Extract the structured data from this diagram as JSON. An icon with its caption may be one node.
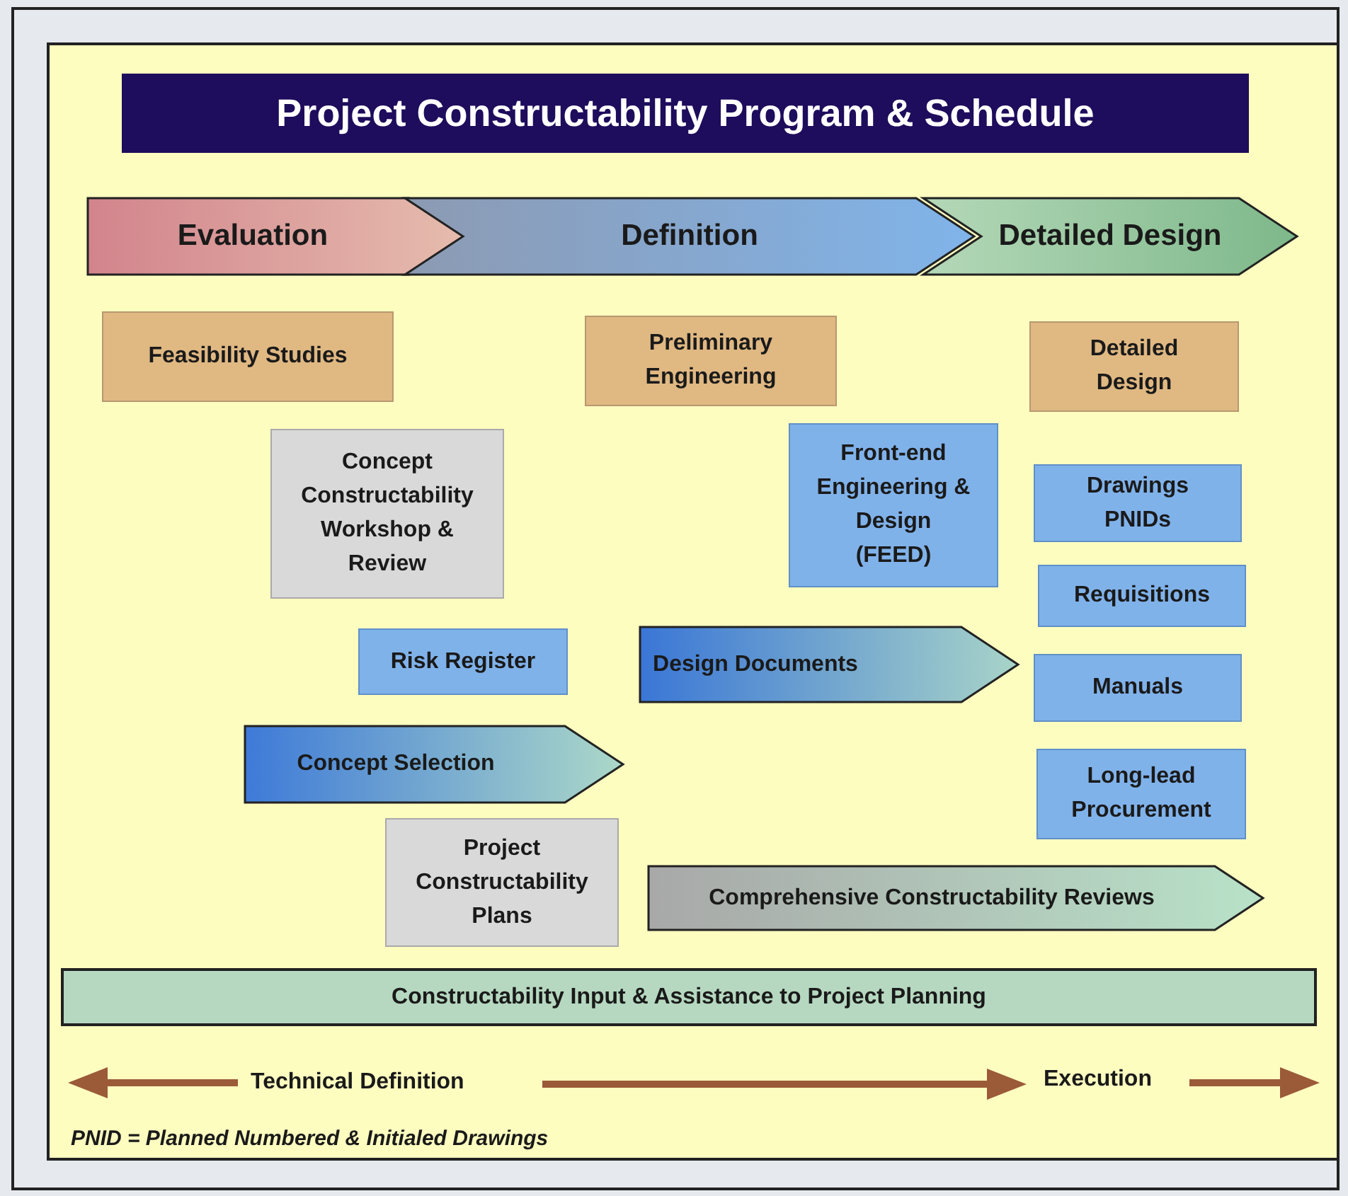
{
  "diagram": {
    "title": "Project Constructability Program & Schedule",
    "nodes": [
      {
        "text": [
          "Evaluation"
        ]
      },
      {
        "text": [
          "Definition"
        ]
      },
      {
        "text": [
          "Detailed Design"
        ]
      },
      {
        "text": [
          "Feasibility Studies"
        ]
      },
      {
        "text": [
          "Preliminary Engineering"
        ]
      },
      {
        "text": [
          "Detailed Design"
        ]
      },
      {
        "text": [
          "Concept Constructability Workshop & Review"
        ]
      },
      {
        "text": [
          "Front-end Engineering & Design (FEED)"
        ]
      },
      {
        "text": [
          "Drawings PNIDs"
        ]
      },
      {
        "text": [
          "Requisitions"
        ]
      },
      {
        "text": [
          "Risk Register"
        ]
      },
      {
        "text": [
          "Design Documents"
        ]
      },
      {
        "text": [
          "Manuals"
        ]
      },
      {
        "text": [
          "Concept Selection"
        ]
      },
      {
        "text": [
          "Long-lead Procurement"
        ]
      },
      {
        "text": [
          "Project Constructability Plans"
        ]
      },
      {
        "text": [
          "Comprehensive Constructability Reviews"
        ]
      },
      {
        "text": [
          "Constructability Input & Assistance to Project Planning"
        ]
      }
    ],
    "labels": [
      "Technical Definition",
      "Execution",
      "PNID = Planned Numbered & Initialed Drawings"
    ]
  }
}
